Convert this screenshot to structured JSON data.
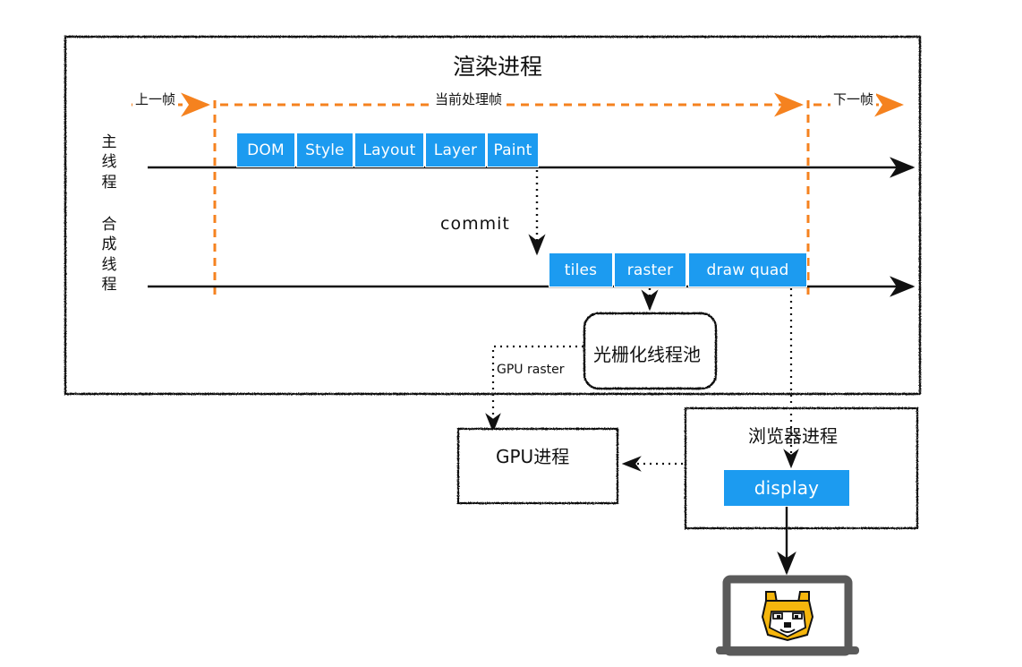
{
  "diagram": {
    "renderer_process": {
      "title": "渲染进程",
      "frame_markers": {
        "previous_frame": "上一帧",
        "current_frame": "当前处理帧",
        "next_frame": "下一帧"
      },
      "lanes": [
        {
          "name": "main-thread",
          "label": "主线程",
          "label_chars": [
            "主",
            "线",
            "程"
          ]
        },
        {
          "name": "compositor-thread",
          "label": "合成线程",
          "label_chars": [
            "合",
            "成",
            "线",
            "程"
          ]
        }
      ],
      "main_thread_steps": [
        {
          "label": "DOM"
        },
        {
          "label": "Style"
        },
        {
          "label": "Layout"
        },
        {
          "label": "Layer"
        },
        {
          "label": "Paint"
        }
      ],
      "commit_label": "commit",
      "compositor_steps": [
        {
          "label": "tiles"
        },
        {
          "label": "raster"
        },
        {
          "label": "draw quad"
        }
      ],
      "raster_thread_pool": "光栅化线程池",
      "gpu_raster_label": "GPU raster"
    },
    "gpu_process": {
      "title": "GPU进程"
    },
    "browser_process": {
      "title": "浏览器进程",
      "display_box": "display"
    },
    "screen": {
      "icon": "laptop-doge-icon"
    }
  },
  "colors": {
    "accent_blue": "#1C9BF0",
    "orange": "#F5821F",
    "ink": "#111111",
    "laptop_gray": "#5A5A5A",
    "doge_yellow": "#F5B60D"
  }
}
